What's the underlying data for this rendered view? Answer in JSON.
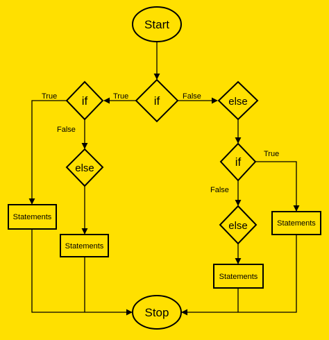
{
  "diagram": {
    "background_color": "#FFE000",
    "nodes": {
      "start": "Start",
      "stop": "Stop",
      "if_top": "if",
      "if_left": "if",
      "else_left": "else",
      "else_right": "else",
      "if_right": "if",
      "else_bottom": "else",
      "statements_left": "Statements",
      "statements_mid_left": "Statements",
      "statements_bottom_right": "Statements",
      "statements_far_right": "Statements"
    },
    "edge_labels": {
      "top_true": "True",
      "top_false": "False",
      "left_true": "True",
      "left_false": "False",
      "right_true": "True",
      "right_false": "False"
    }
  }
}
